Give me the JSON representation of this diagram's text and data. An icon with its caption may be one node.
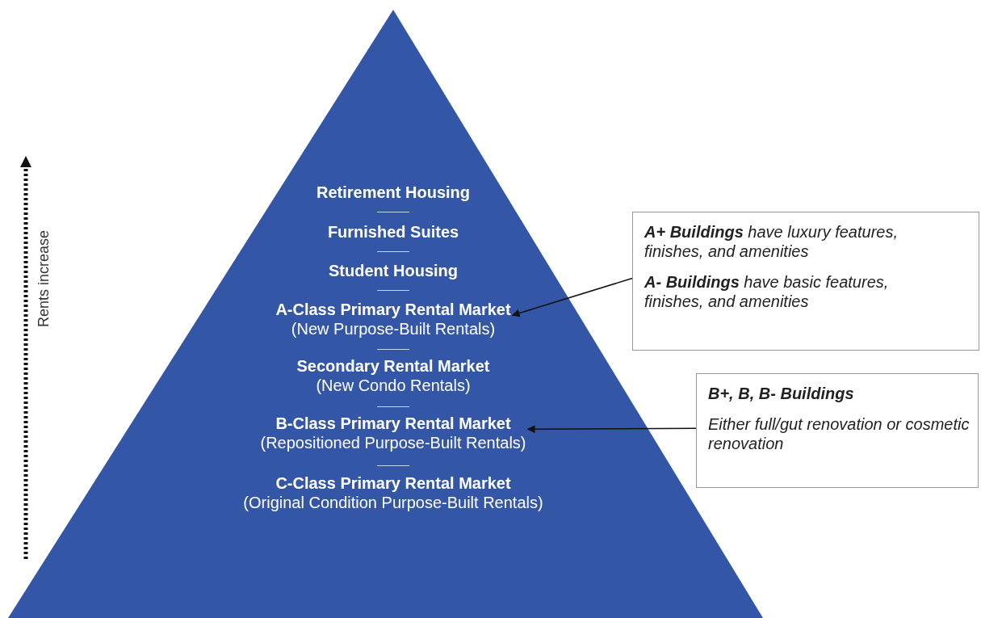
{
  "diagram": {
    "nodes": [
      {
        "text": [],
        "shape": "triangle"
      },
      {
        "text": [
          "Retirement Housing"
        ],
        "in": 0
      },
      {
        "text": [
          "Furnished Suites"
        ],
        "in": 0
      },
      {
        "text": [
          "Student Housing"
        ],
        "in": 0
      },
      {
        "text": [
          "A-Class Primary Rental Market",
          "(New Purpose-Built Rentals)"
        ],
        "in": 0
      },
      {
        "text": [
          "Secondary Rental Market",
          "(New Condo Rentals)"
        ],
        "in": 0
      },
      {
        "text": [
          "B-Class Primary Rental Market",
          "(Repositioned Purpose-Built Rentals)"
        ],
        "in": 0
      },
      {
        "text": [
          "C-Class Primary Rental Market",
          "(Original Condition Purpose-Built Rentals)"
        ],
        "in": 0
      },
      {
        "text": [
          "**A+ Buildings** have luxury features, finishes, and amenities",
          "**A- Buildings** have basic features, finishes, and amenities"
        ]
      },
      {
        "text": [
          "B+, B, B- Buildings",
          "Either full/gut  renovation or cosmetic renovation"
        ]
      }
    ],
    "edges": [
      {
        "from": 8,
        "to": 4,
        "arrow": "to"
      },
      {
        "from": 9,
        "to": 6,
        "arrow": "to"
      }
    ],
    "labels": [
      "Rents increase"
    ]
  }
}
